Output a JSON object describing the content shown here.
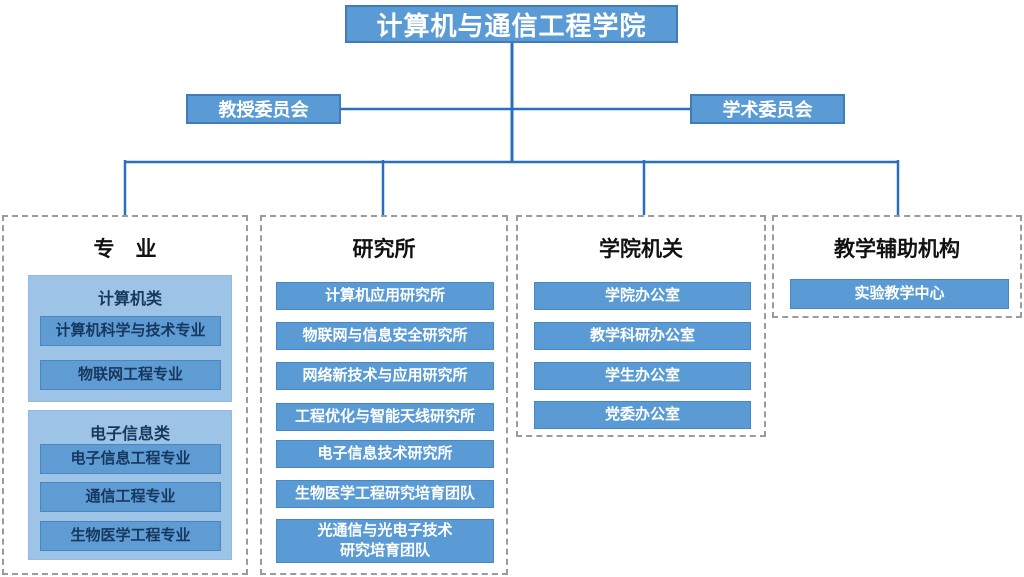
{
  "root": {
    "label": "计算机与通信工程学院"
  },
  "committees": [
    {
      "label": "教授委员会"
    },
    {
      "label": "学术委员会"
    }
  ],
  "columns": [
    {
      "title": "专　业",
      "groups": [
        {
          "header": "计算机类",
          "items": [
            {
              "label": "计算机科学与技术专业"
            },
            {
              "label": "物联网工程专业"
            }
          ]
        },
        {
          "header": "电子信息类",
          "items": [
            {
              "label": "电子信息工程专业"
            },
            {
              "label": "通信工程专业"
            },
            {
              "label": "生物医学工程专业"
            }
          ]
        }
      ]
    },
    {
      "title": "研究所",
      "items": [
        {
          "label": "计算机应用研究所"
        },
        {
          "label": "物联网与信息安全研究所"
        },
        {
          "label": "网络新技术与应用研究所"
        },
        {
          "label": "工程优化与智能天线研究所"
        },
        {
          "label": "电子信息技术研究所"
        },
        {
          "label": "生物医学工程研究培育团队"
        },
        {
          "label": "光通信与光电子技术\n研究培育团队"
        }
      ]
    },
    {
      "title": "学院机关",
      "items": [
        {
          "label": "学院办公室"
        },
        {
          "label": "教学科研办公室"
        },
        {
          "label": "学生办公室"
        },
        {
          "label": "党委办公室"
        }
      ]
    },
    {
      "title": "教学辅助机构",
      "items": [
        {
          "label": "实验教学中心"
        }
      ]
    }
  ],
  "colors": {
    "node_fill": "#5B9BD5",
    "node_border": "#3F7CB9",
    "group_fill": "#9DC3E6",
    "connector_line": "#2870BE",
    "dashed_border": "#9b9b9b",
    "dark_text": "#17375E"
  }
}
